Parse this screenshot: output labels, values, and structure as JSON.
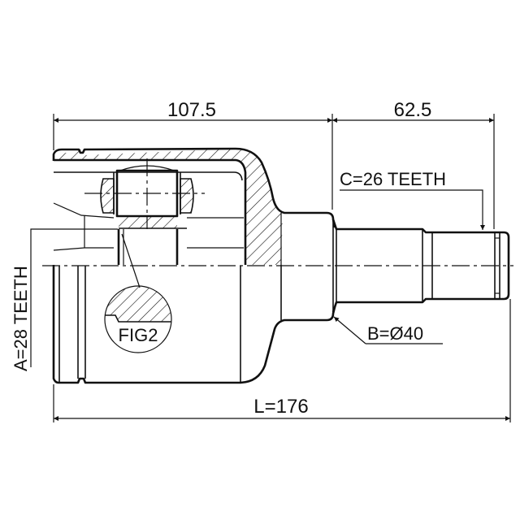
{
  "drawing": {
    "type": "inner CV joint technical drawing",
    "line_color": "#111111",
    "background": "#ffffff"
  },
  "dimensions": {
    "housing_length": "107.5",
    "shaft_length": "62.5",
    "overall_length": "L=176"
  },
  "callouts": {
    "spline_a": "A=28 TEETH",
    "spline_c": "C=26 TEETH",
    "diameter_b": "B=Ø40",
    "detail": "FIG2"
  }
}
